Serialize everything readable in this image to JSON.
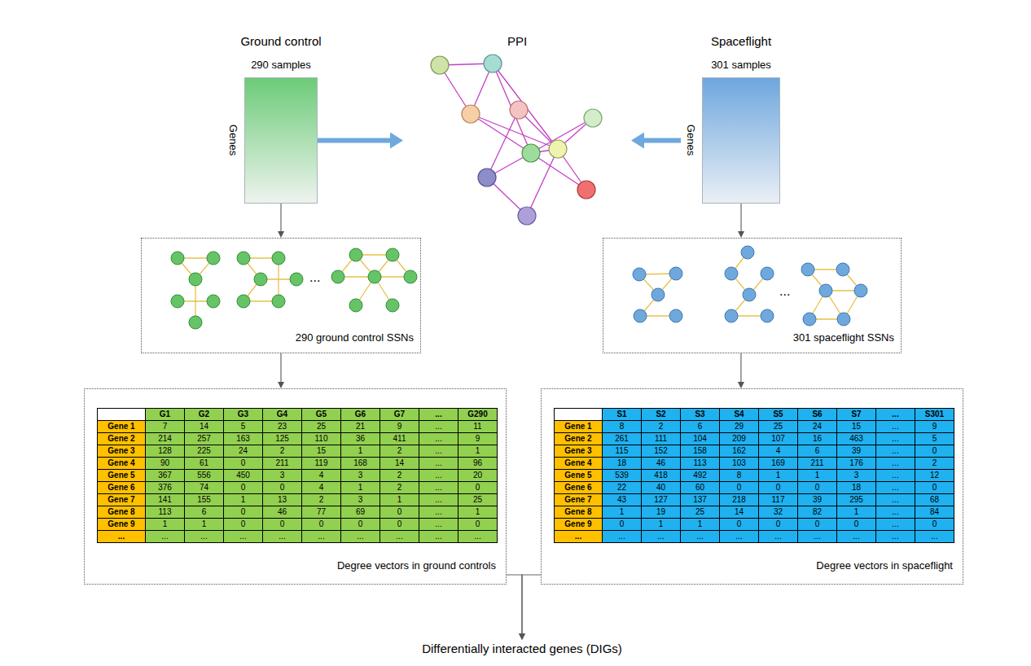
{
  "diagram": {
    "nodes": [
      {
        "text": [
          "Ground control",
          "290 samples",
          "Genes"
        ]
      },
      {
        "text": [
          "PPI"
        ]
      },
      {
        "text": [
          "Spaceflight",
          "301 samples",
          "Genes"
        ]
      },
      {
        "text": [
          "290 ground control SSNs"
        ]
      },
      {
        "text": [
          "301 spaceflight SSNs"
        ]
      },
      {
        "text": [
          "Degree vectors in ground controls"
        ]
      },
      {
        "text": [
          "Degree vectors in spaceflight"
        ]
      },
      {
        "text": [
          "Differentially interacted genes (DIGs)"
        ]
      }
    ],
    "edges": [
      {
        "from": 0,
        "to": 1,
        "arrow": "to"
      },
      {
        "from": 2,
        "to": 1,
        "arrow": "to"
      },
      {
        "from": 0,
        "to": 3,
        "arrow": "to"
      },
      {
        "from": 2,
        "to": 4,
        "arrow": "to"
      },
      {
        "from": 3,
        "to": 5,
        "arrow": "to"
      },
      {
        "from": 4,
        "to": 6,
        "arrow": "to"
      },
      {
        "from": 5,
        "to": 7,
        "arrow": "to"
      },
      {
        "from": 6,
        "to": 7,
        "arrow": "to"
      }
    ],
    "labels": [
      "...",
      "...",
      "G1",
      "G2",
      "G3",
      "G4",
      "G5",
      "G6",
      "G7",
      "...",
      "G290",
      "Gene 1",
      "7",
      "14",
      "5",
      "23",
      "25",
      "21",
      "9",
      "...",
      "11",
      "Gene 2",
      "214",
      "257",
      "163",
      "125",
      "110",
      "36",
      "411",
      "...",
      "9",
      "Gene 3",
      "128",
      "225",
      "24",
      "2",
      "15",
      "1",
      "2",
      "...",
      "1",
      "Gene 4",
      "90",
      "61",
      "0",
      "211",
      "119",
      "168",
      "14",
      "...",
      "96",
      "Gene 5",
      "367",
      "556",
      "450",
      "3",
      "4",
      "3",
      "2",
      "...",
      "20",
      "Gene 6",
      "376",
      "74",
      "0",
      "0",
      "4",
      "1",
      "2",
      "...",
      "0",
      "Gene 7",
      "141",
      "155",
      "1",
      "13",
      "2",
      "3",
      "1",
      "...",
      "25",
      "Gene 8",
      "113",
      "6",
      "0",
      "46",
      "77",
      "69",
      "0",
      "...",
      "1",
      "Gene 9",
      "1",
      "1",
      "0",
      "0",
      "0",
      "0",
      "0",
      "...",
      "0",
      "...",
      "...",
      "...",
      "...",
      "...",
      "...",
      "...",
      "...",
      "...",
      "...",
      "S1",
      "S2",
      "S3",
      "S4",
      "S5",
      "S6",
      "S7",
      "...",
      "S301",
      "Gene 1",
      "8",
      "2",
      "6",
      "29",
      "25",
      "24",
      "15",
      "...",
      "9",
      "Gene 2",
      "261",
      "111",
      "104",
      "209",
      "107",
      "16",
      "463",
      "...",
      "5",
      "Gene 3",
      "115",
      "152",
      "158",
      "162",
      "4",
      "6",
      "39",
      "...",
      "0",
      "Gene 4",
      "18",
      "46",
      "113",
      "103",
      "169",
      "211",
      "176",
      "...",
      "2",
      "Gene 5",
      "539",
      "418",
      "492",
      "8",
      "1",
      "1",
      "3",
      "...",
      "12",
      "Gene 6",
      "22",
      "40",
      "60",
      "0",
      "0",
      "0",
      "18",
      "...",
      "0",
      "Gene 7",
      "43",
      "127",
      "137",
      "218",
      "117",
      "39",
      "295",
      "...",
      "68",
      "Gene 8",
      "1",
      "19",
      "25",
      "14",
      "32",
      "82",
      "1",
      "...",
      "84",
      "Gene 9",
      "0",
      "1",
      "1",
      "0",
      "0",
      "0",
      "0",
      "...",
      "0",
      "...",
      "...",
      "...",
      "...",
      "...",
      "...",
      "...",
      "...",
      "...",
      "..."
    ]
  }
}
